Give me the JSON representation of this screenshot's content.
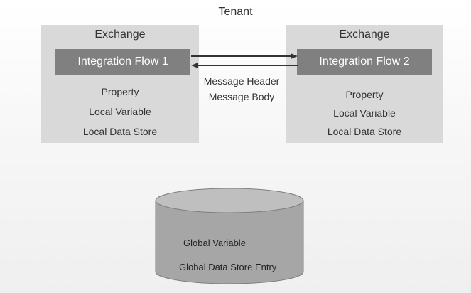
{
  "tenant": {
    "label": "Tenant"
  },
  "exchange_left": {
    "title": "Exchange",
    "flow_label": "Integration Flow 1",
    "items": [
      "Property",
      "Local Variable",
      "Local Data Store"
    ]
  },
  "exchange_right": {
    "title": "Exchange",
    "flow_label": "Integration Flow 2",
    "items": [
      "Property",
      "Local Variable",
      "Local Data Store"
    ]
  },
  "messages": {
    "header": "Message Header",
    "body": "Message Body"
  },
  "global_store": {
    "items": [
      "Global Variable",
      "Global Data Store Entry"
    ]
  },
  "colors": {
    "exchange_bg": "#d9d9d9",
    "flow_bg": "#808080",
    "cylinder_body": "#a6a6a6",
    "cylinder_top": "#bfbfbf",
    "arrow": "#333333"
  }
}
